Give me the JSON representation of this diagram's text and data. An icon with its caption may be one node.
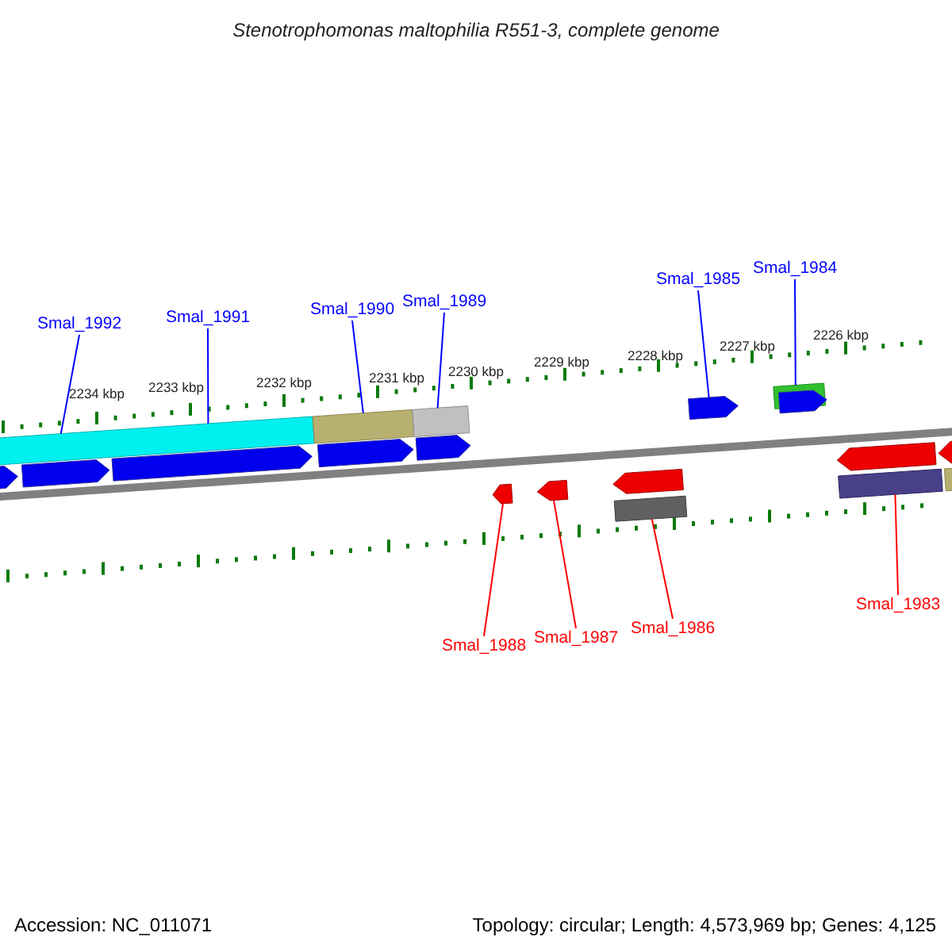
{
  "diagram": {
    "title": "Stenotrophomonas maltophilia R551-3, complete genome",
    "nodes": [
      {
        "text": [
          "Smal_1992"
        ]
      },
      {
        "text": [
          "Smal_1991"
        ]
      },
      {
        "text": [
          "Smal_1990"
        ]
      },
      {
        "text": [
          "Smal_1989"
        ]
      },
      {
        "text": [
          "Smal_1985"
        ]
      },
      {
        "text": [
          "Smal_1984"
        ]
      },
      {
        "text": [
          "Smal_1988"
        ]
      },
      {
        "text": [
          "Smal_1987"
        ]
      },
      {
        "text": [
          "Smal_1986"
        ]
      },
      {
        "text": [
          "Smal_1983"
        ]
      },
      {
        "text": [],
        "shape": "bar"
      },
      {
        "text": [],
        "shape": "bar"
      },
      {
        "text": [],
        "shape": "bar"
      },
      {
        "text": [],
        "shape": "bar"
      },
      {
        "text": [],
        "shape": "arrow"
      },
      {
        "text": [],
        "shape": "arrow"
      },
      {
        "text": [],
        "shape": "arrow"
      },
      {
        "text": [],
        "shape": "arrow"
      },
      {
        "text": [],
        "shape": "arrow"
      },
      {
        "text": [],
        "shape": "arrow"
      },
      {
        "text": [],
        "shape": "arrow"
      },
      {
        "text": [],
        "shape": "arrow"
      },
      {
        "text": [],
        "shape": "arrow"
      },
      {
        "text": [],
        "shape": "arrow"
      },
      {
        "text": [],
        "shape": "arrow"
      },
      {
        "text": [],
        "shape": "arrow"
      },
      {
        "text": [],
        "shape": "bar"
      },
      {
        "text": [],
        "shape": "bar"
      },
      {
        "text": [],
        "shape": "bar"
      }
    ],
    "edges": [
      {
        "from": 0,
        "to": 10,
        "arrow": "none"
      },
      {
        "from": 1,
        "to": 10,
        "arrow": "none"
      },
      {
        "from": 2,
        "to": 11,
        "arrow": "none"
      },
      {
        "from": 3,
        "to": 12,
        "arrow": "none"
      },
      {
        "from": 4,
        "to": 19,
        "arrow": "none"
      },
      {
        "from": 5,
        "to": 13,
        "arrow": "none"
      },
      {
        "from": 6,
        "to": 21,
        "arrow": "none",
        "color": "#ff0000"
      },
      {
        "from": 7,
        "to": 22,
        "arrow": "none",
        "color": "#ff0000"
      },
      {
        "from": 8,
        "to": 26,
        "arrow": "none",
        "color": "#ff0000"
      },
      {
        "from": 9,
        "to": 27,
        "arrow": "none",
        "color": "#ff0000"
      }
    ],
    "labels": [
      "2234 kbp",
      "2233 kbp",
      "2232 kbp",
      "2231 kbp",
      "2230 kbp",
      "2229 kbp",
      "2228 kbp",
      "2227 kbp",
      "2226 kbp",
      "Accession: NC_011071",
      "Topology: circular; Length: 4,573,969 bp; Genes: 4,125"
    ]
  }
}
